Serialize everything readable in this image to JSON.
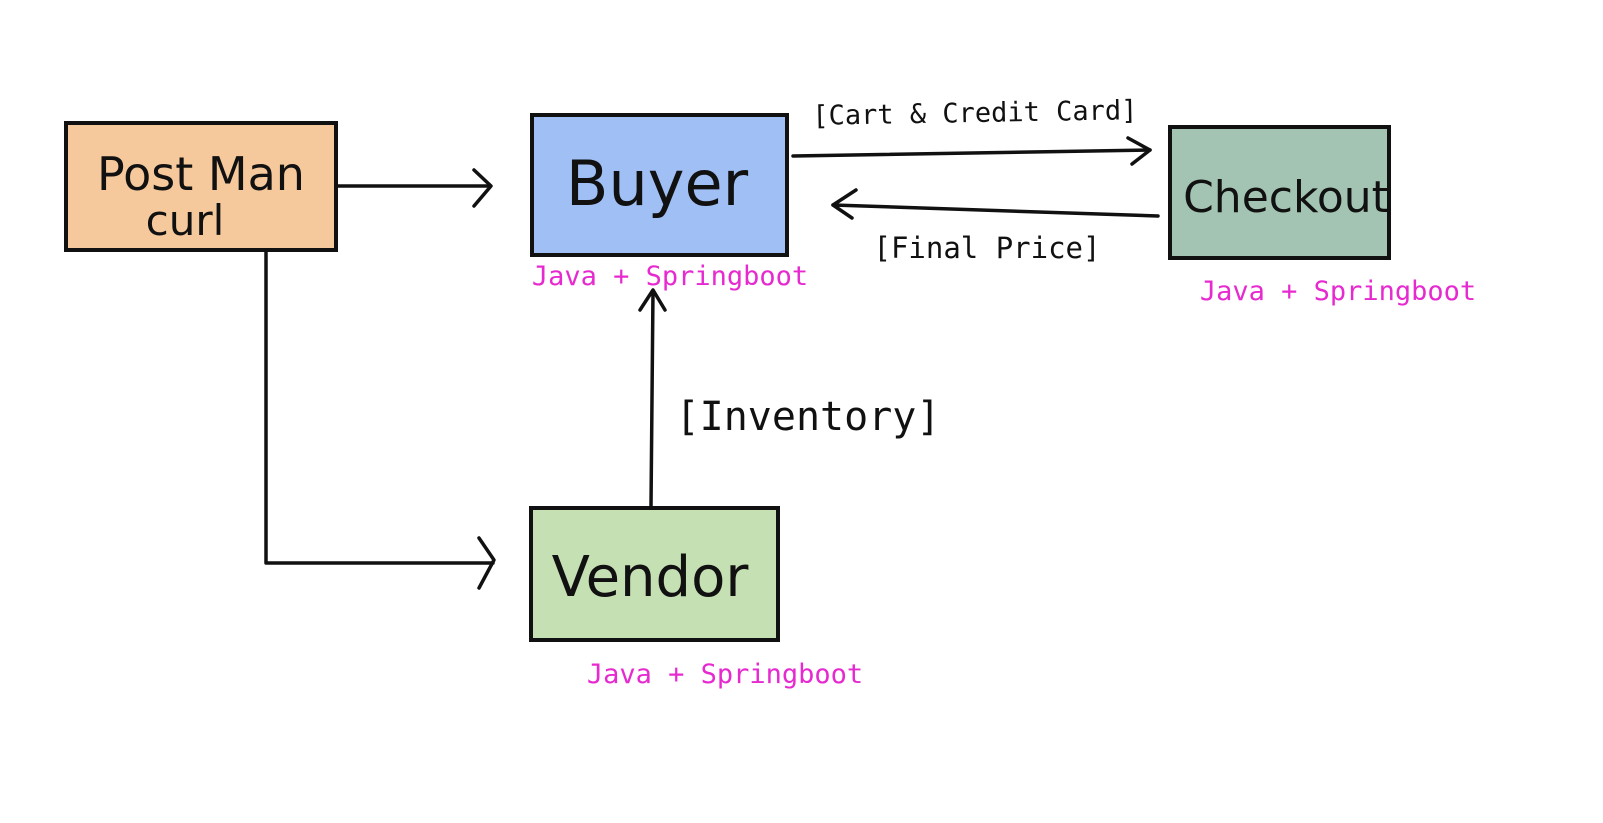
{
  "colors": {
    "postman_fill": "#f5c99b",
    "buyer_fill": "#9fbff5",
    "checkout_fill": "#a3c4b2",
    "vendor_fill": "#c5e0b3",
    "stroke": "#111111",
    "tech_text": "#e62ad0",
    "background": "#ffffff"
  },
  "nodes": {
    "postman": {
      "line1": "Post Man",
      "line2": "curl"
    },
    "buyer": {
      "label": "Buyer",
      "tech": "Java + Springboot"
    },
    "checkout": {
      "label": "Checkout",
      "tech": "Java + Springboot"
    },
    "vendor": {
      "label": "Vendor",
      "tech": "Java + Springboot"
    }
  },
  "edges": {
    "postman_to_buyer": {
      "from": "Post Man curl",
      "to": "Buyer",
      "label": ""
    },
    "postman_to_vendor": {
      "from": "Post Man curl",
      "to": "Vendor",
      "label": ""
    },
    "buyer_to_checkout": {
      "from": "Buyer",
      "to": "Checkout",
      "label": "[Cart & Credit Card]"
    },
    "checkout_to_buyer": {
      "from": "Checkout",
      "to": "Buyer",
      "label": "[Final Price]"
    },
    "vendor_to_buyer": {
      "from": "Vendor",
      "to": "Buyer",
      "label": "[Inventory]"
    }
  }
}
